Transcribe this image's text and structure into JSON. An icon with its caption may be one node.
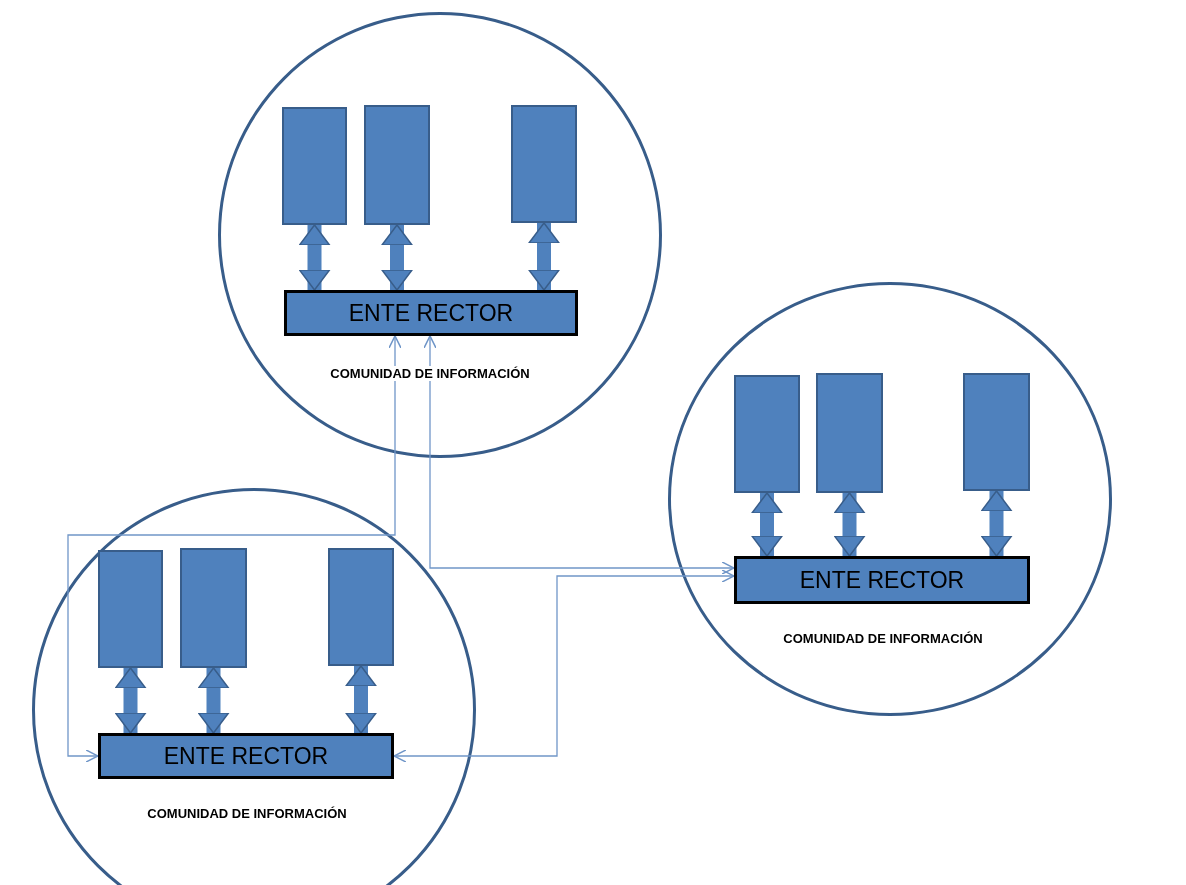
{
  "diagram": {
    "nodes": [
      {
        "text": [
          "COMUNIDAD DE INFORMACIÓN"
        ]
      },
      {
        "text": [],
        "shape": "box",
        "in": 0
      },
      {
        "text": [],
        "shape": "box",
        "in": 0
      },
      {
        "text": [],
        "shape": "box",
        "in": 0
      },
      {
        "text": [
          "ENTE RECTOR"
        ],
        "in": 0
      },
      {
        "text": [
          "COMUNIDAD DE INFORMACIÓN"
        ]
      },
      {
        "text": [],
        "shape": "box",
        "in": 5
      },
      {
        "text": [],
        "shape": "box",
        "in": 5
      },
      {
        "text": [],
        "shape": "box",
        "in": 5
      },
      {
        "text": [
          "ENTE RECTOR"
        ],
        "in": 5
      },
      {
        "text": [
          "COMUNIDAD DE INFORMACIÓN"
        ]
      },
      {
        "text": [],
        "shape": "box",
        "in": 10
      },
      {
        "text": [],
        "shape": "box",
        "in": 10
      },
      {
        "text": [],
        "shape": "box",
        "in": 10
      },
      {
        "text": [
          "ENTE RECTOR"
        ],
        "in": 10
      }
    ],
    "edges": [
      {
        "from": 1,
        "to": 4,
        "arrow": "both"
      },
      {
        "from": 2,
        "to": 4,
        "arrow": "both"
      },
      {
        "from": 3,
        "to": 4,
        "arrow": "both"
      },
      {
        "from": 6,
        "to": 9,
        "arrow": "both"
      },
      {
        "from": 7,
        "to": 9,
        "arrow": "both"
      },
      {
        "from": 8,
        "to": 9,
        "arrow": "both"
      },
      {
        "from": 11,
        "to": 14,
        "arrow": "both"
      },
      {
        "from": 12,
        "to": 14,
        "arrow": "both"
      },
      {
        "from": 13,
        "to": 14,
        "arrow": "both"
      },
      {
        "from": 4,
        "to": 14,
        "arrow": "both",
        "color": "#7096c8"
      },
      {
        "from": 4,
        "to": 9,
        "arrow": "both",
        "color": "#7096c8"
      },
      {
        "from": 9,
        "to": 14,
        "arrow": "both",
        "color": "#7096c8"
      }
    ]
  }
}
